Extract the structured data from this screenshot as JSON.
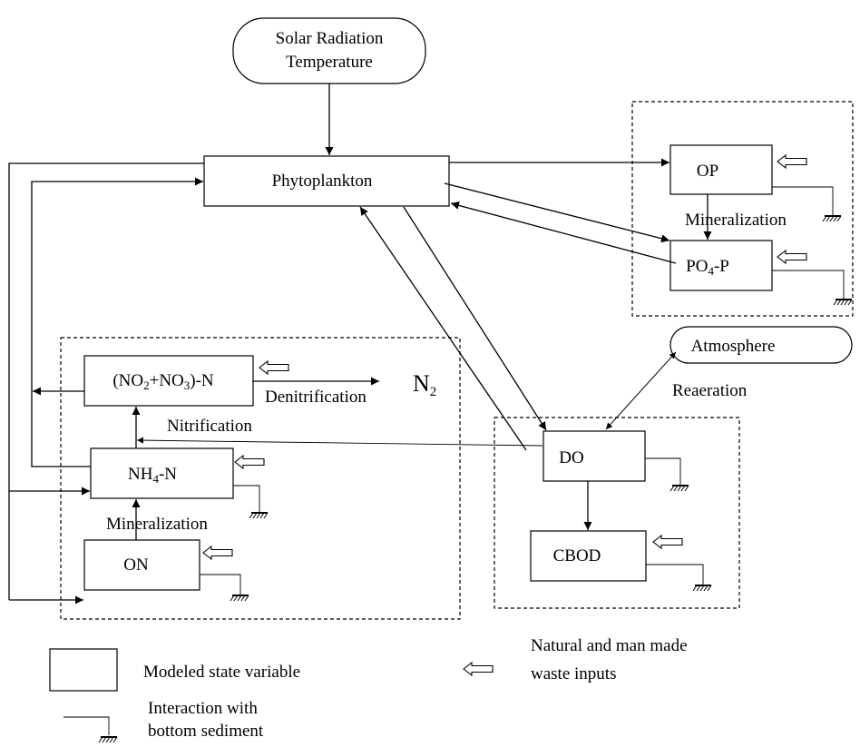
{
  "nodes": {
    "solar": {
      "line1": "Solar Radiation",
      "line2": "Temperature"
    },
    "phytoplankton": "Phytoplankton",
    "op": "OP",
    "po4p": {
      "pre": "PO",
      "sub": "4",
      "post": "-P"
    },
    "atmosphere": "Atmosphere",
    "no23n": {
      "p1": "(NO",
      "s1": "2",
      "p2": "+NO",
      "s2": "3",
      "p3": ")-N"
    },
    "nh4n": {
      "pre": "NH",
      "sub": "4",
      "post": "-N"
    },
    "on": "ON",
    "do": "DO",
    "cbod": "CBOD",
    "n2": {
      "pre": "N",
      "sub": "2"
    }
  },
  "processes": {
    "mineralization_p": "Mineralization",
    "denitrification": "Denitrification",
    "nitrification": "Nitrification",
    "reaeration": "Reaeration",
    "mineralization_n": "Mineralization"
  },
  "legend": {
    "state_variable": "Modeled state variable",
    "waste_inputs_line1": "Natural and man made",
    "waste_inputs_line2": "waste inputs",
    "sediment_line1": "Interaction with",
    "sediment_line2": "bottom sediment"
  }
}
